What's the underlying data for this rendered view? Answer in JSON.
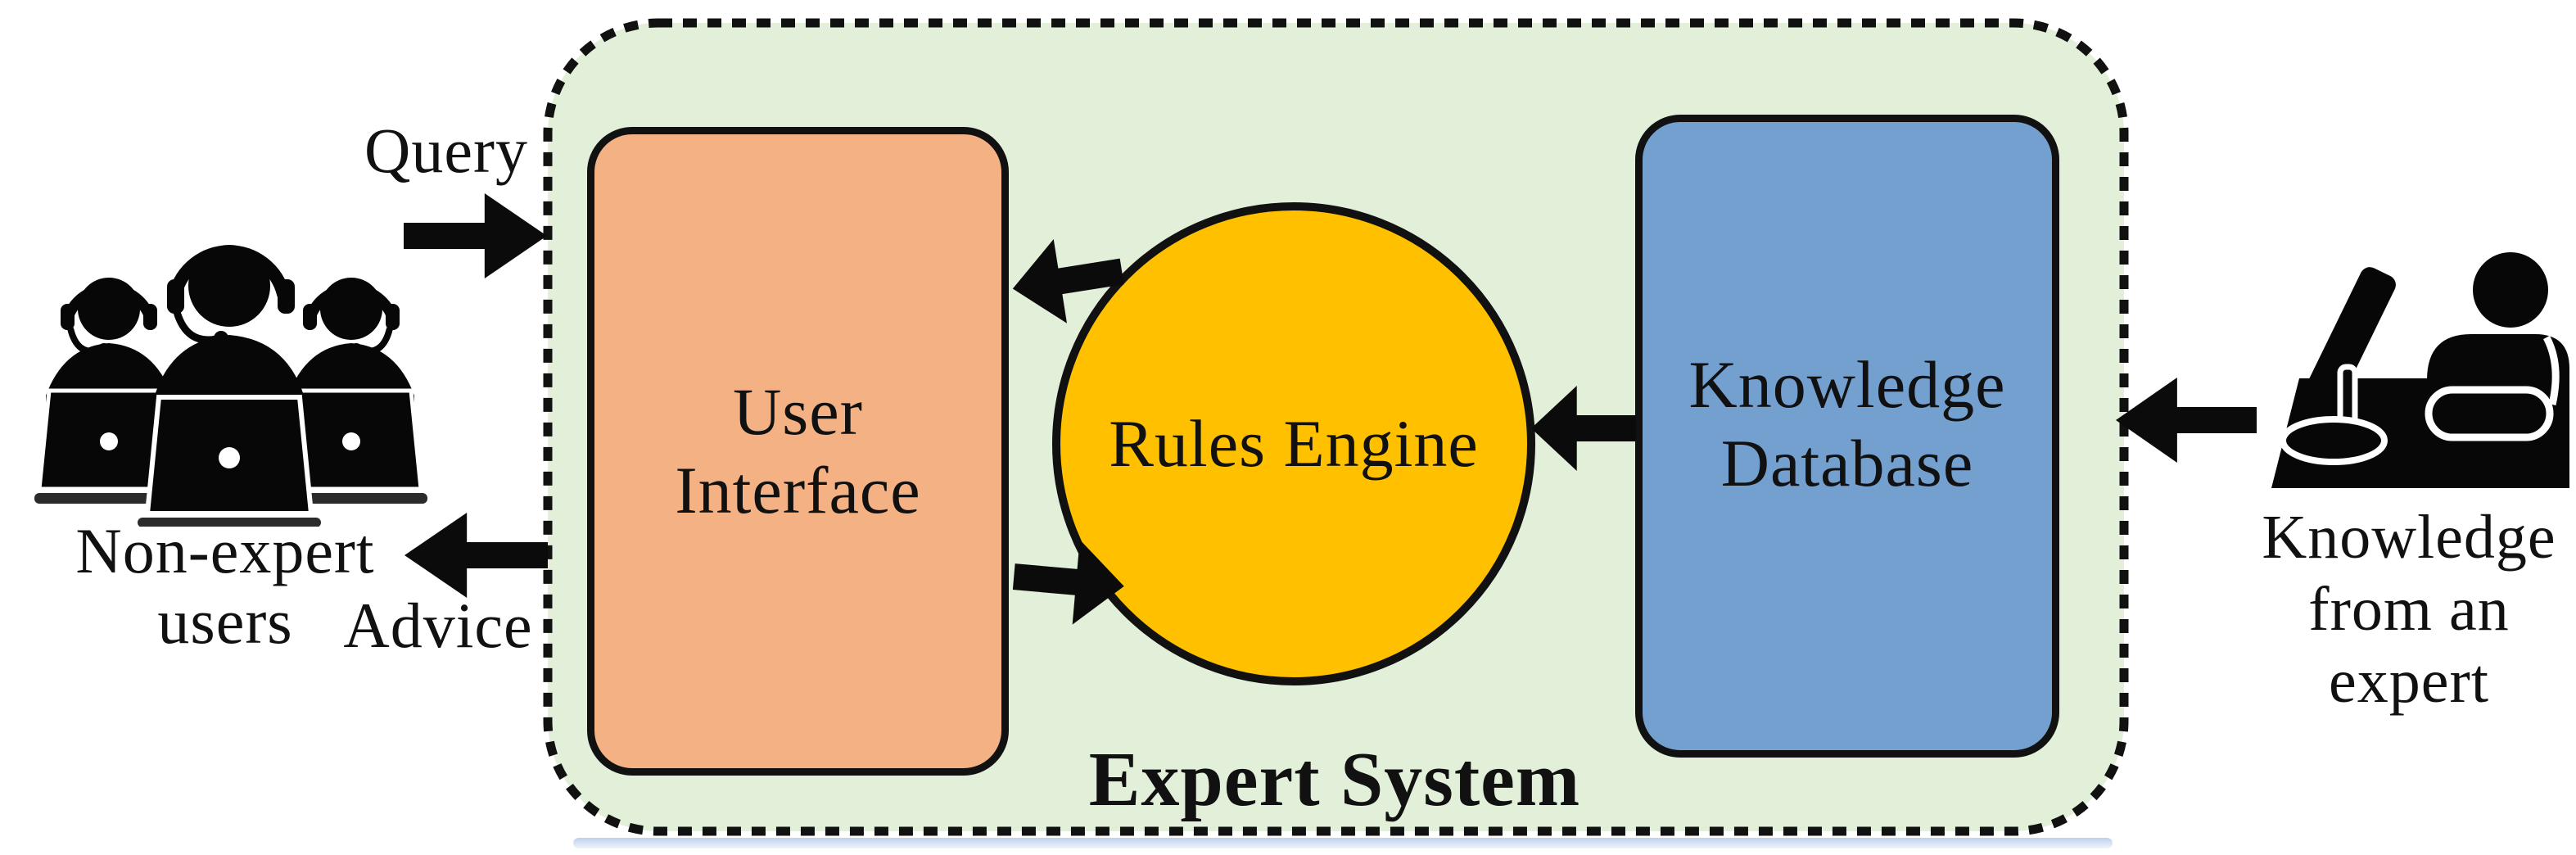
{
  "container": {
    "label": "Expert System"
  },
  "nodes": {
    "user_interface": {
      "line1": "User",
      "line2": "Interface"
    },
    "rules_engine": {
      "label": "Rules Engine"
    },
    "knowledge_database": {
      "line1": "Knowledge",
      "line2": "Database"
    }
  },
  "actors": {
    "non_expert_users": {
      "icon": "call-center-agents-icon",
      "line1": "Non-expert",
      "line2": "users"
    },
    "expert": {
      "icon": "person-at-computer-icon",
      "line1": "Knowledge",
      "line2": "from an",
      "line3": "expert"
    }
  },
  "flows": {
    "query": {
      "label": "Query",
      "direction": "users-to-system"
    },
    "advice": {
      "label": "Advice",
      "direction": "system-to-users"
    },
    "engine_to_ui": {
      "direction": "rules-engine-to-user-interface"
    },
    "ui_to_engine": {
      "direction": "user-interface-to-rules-engine"
    },
    "db_to_engine": {
      "direction": "knowledge-database-to-rules-engine"
    },
    "expert_to_system": {
      "direction": "expert-to-knowledge-database"
    }
  },
  "colors": {
    "background": "#FFFFFF",
    "container_fill": "#E2EFD9",
    "user_interface_fill": "#F4B183",
    "rules_engine_fill": "#FFC000",
    "knowledge_database_fill": "#74A0D0",
    "outline": "#111111",
    "arrow": "#0B0B0B"
  }
}
